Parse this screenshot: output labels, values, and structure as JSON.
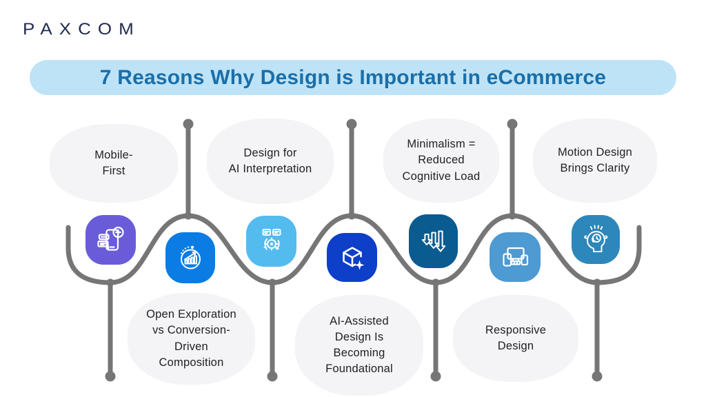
{
  "brand": {
    "logo_text": "PAXCOM"
  },
  "header": {
    "title": "7 Reasons Why Design is Important in eCommerce",
    "banner_color": "#BEE3F7",
    "title_color": "#1A6FA9"
  },
  "timeline": {
    "line_color": "#767676",
    "bubble_color": "#F4F3F6",
    "items": [
      {
        "label": "Mobile-\nFirst",
        "position": "top",
        "icon": "mobile-plus-icon",
        "tile_color": "#6A5CD9"
      },
      {
        "label": "Open Exploration\nvs Conversion-\nDriven\nComposition",
        "position": "bottom",
        "icon": "growth-chart-icon",
        "tile_color": "#0B7CE3"
      },
      {
        "label": "Design for\nAI Interpretation",
        "position": "top",
        "icon": "ai-process-icon",
        "tile_color": "#54BBEF"
      },
      {
        "label": "AI-Assisted\nDesign Is\nBecoming\nFoundational",
        "position": "bottom",
        "icon": "cube-sparkle-icon",
        "tile_color": "#0D3FC9"
      },
      {
        "label": "Minimalism =\nReduced\nCognitive Load",
        "position": "top",
        "icon": "down-arrows-icon",
        "tile_color": "#0A5B90"
      },
      {
        "label": "Responsive\nDesign",
        "position": "bottom",
        "icon": "responsive-devices-icon",
        "tile_color": "#4E9AD2"
      },
      {
        "label": "Motion Design\nBrings Clarity",
        "position": "top",
        "icon": "head-brain-icon",
        "tile_color": "#2D87BA"
      }
    ]
  }
}
